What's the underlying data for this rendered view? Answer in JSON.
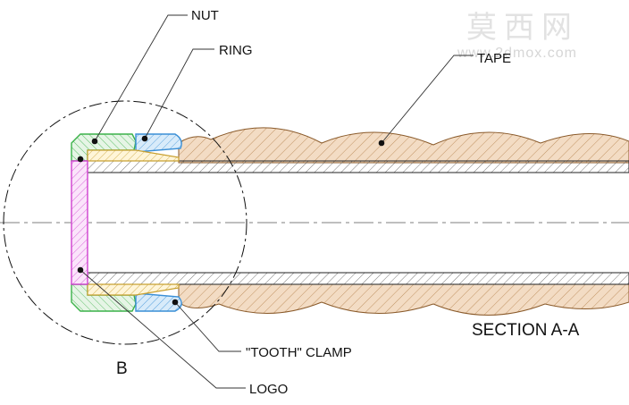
{
  "watermark": {
    "brand_cn": "莫西网",
    "url": "www.2dmox.com"
  },
  "labels": {
    "nut": "NUT",
    "ring": "RING",
    "tape": "TAPE",
    "section": "SECTION A-A",
    "tooth_clamp": "\"TOOTH\" CLAMP",
    "logo": "LOGO",
    "detail": "B"
  },
  "colors": {
    "nut": "#3cb24a",
    "ring": "#3a8fd6",
    "tape": "#b5804a",
    "tape_fill": "#f3dcc4",
    "logo": "#d040d0",
    "clamp": "#c8a030",
    "ink": "#222222"
  }
}
